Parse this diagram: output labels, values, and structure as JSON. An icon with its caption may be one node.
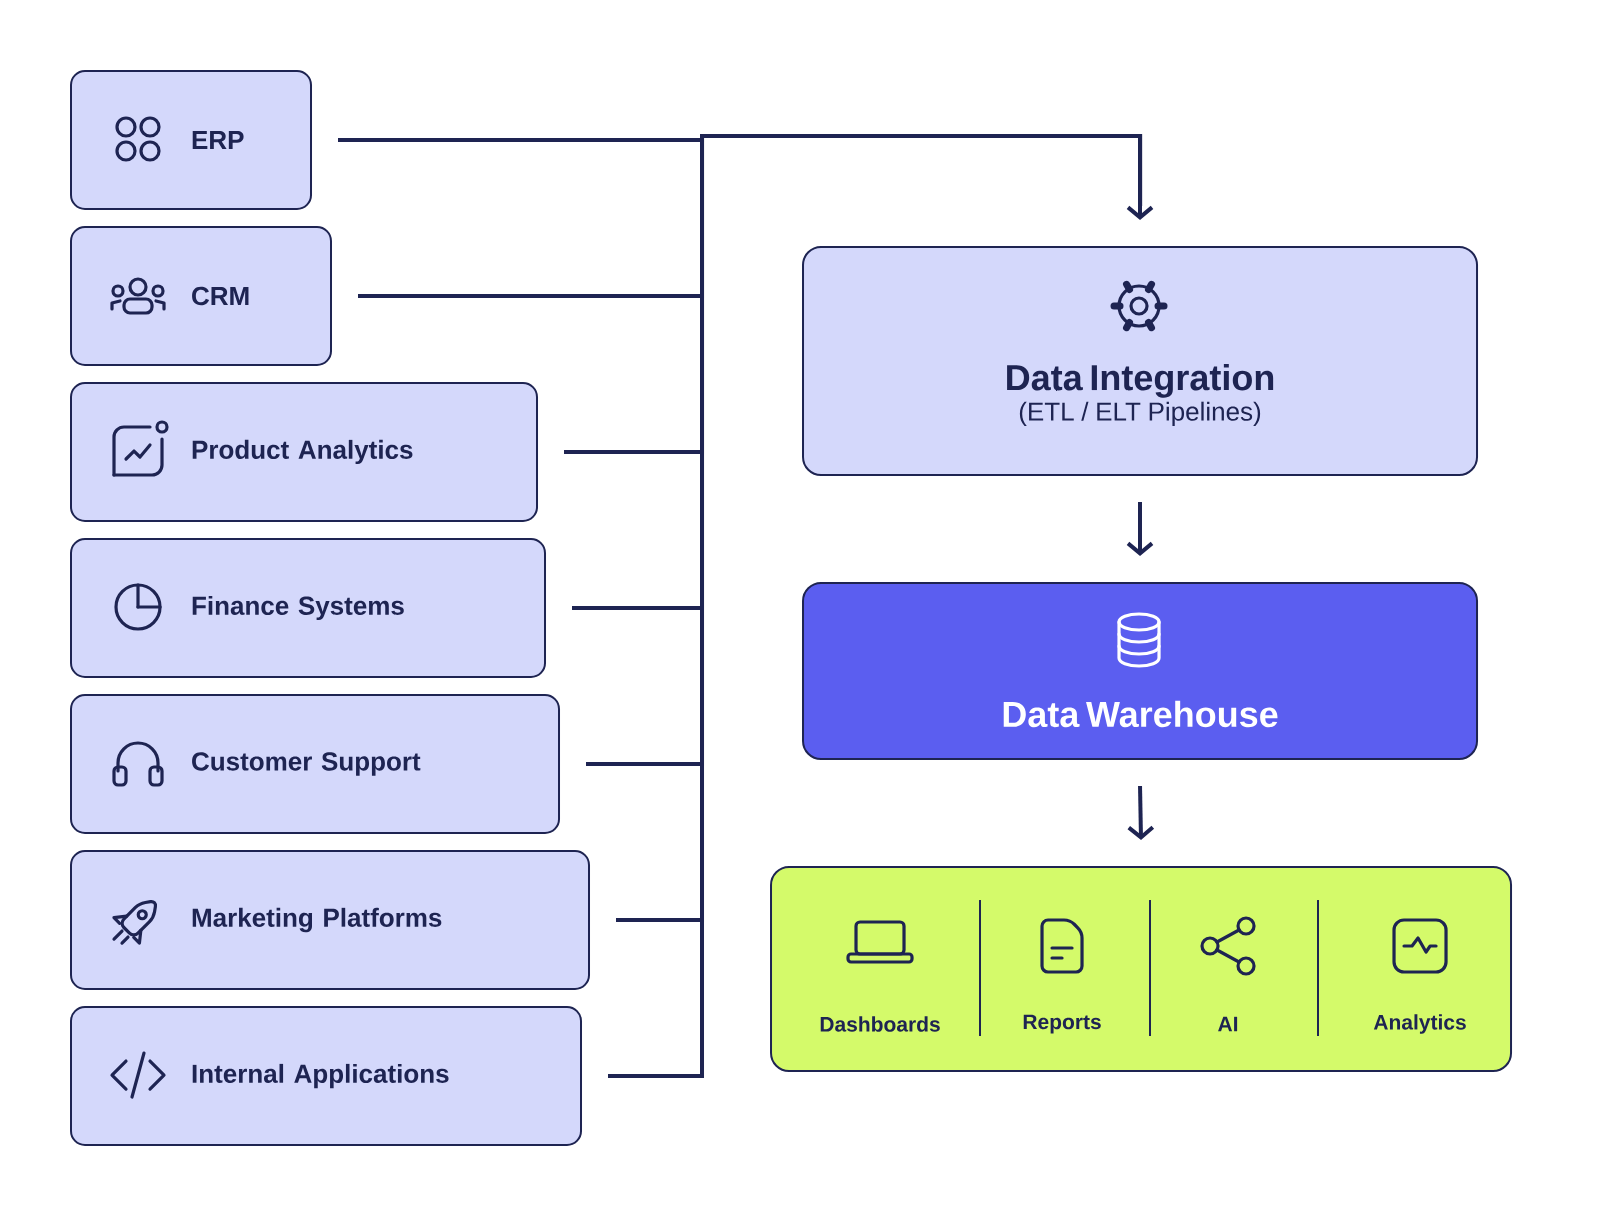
{
  "diagram": {
    "nodes": [
      {
        "text": [
          "ERP"
        ]
      },
      {
        "text": [
          "CRM"
        ]
      },
      {
        "text": [
          "Product Analytics"
        ]
      },
      {
        "text": [
          "Finance Systems"
        ]
      },
      {
        "text": [
          "Customer Support"
        ]
      },
      {
        "text": [
          "Marketing Platforms"
        ]
      },
      {
        "text": [
          "Internal Applications"
        ]
      },
      {
        "text": [
          "Data Integration",
          "(ETL / ELT Pipelines)"
        ]
      },
      {
        "text": [
          "Data Warehouse"
        ]
      },
      {
        "text": [],
        "shape": "box"
      },
      {
        "text": [
          "Dashboards"
        ],
        "in": 9
      },
      {
        "text": [
          "Reports"
        ],
        "in": 9
      },
      {
        "text": [
          "AI"
        ],
        "in": 9
      },
      {
        "text": [
          "Analytics"
        ],
        "in": 9
      }
    ],
    "edges": [
      {
        "from": 0,
        "to": 7,
        "arrow": "to"
      },
      {
        "from": 1,
        "to": 7,
        "arrow": "to"
      },
      {
        "from": 2,
        "to": 7,
        "arrow": "to"
      },
      {
        "from": 3,
        "to": 7,
        "arrow": "to"
      },
      {
        "from": 4,
        "to": 7,
        "arrow": "to"
      },
      {
        "from": 5,
        "to": 7,
        "arrow": "to"
      },
      {
        "from": 6,
        "to": 7,
        "arrow": "to"
      },
      {
        "from": 7,
        "to": 8,
        "arrow": "to"
      },
      {
        "from": 8,
        "to": 9,
        "arrow": "to"
      }
    ]
  }
}
